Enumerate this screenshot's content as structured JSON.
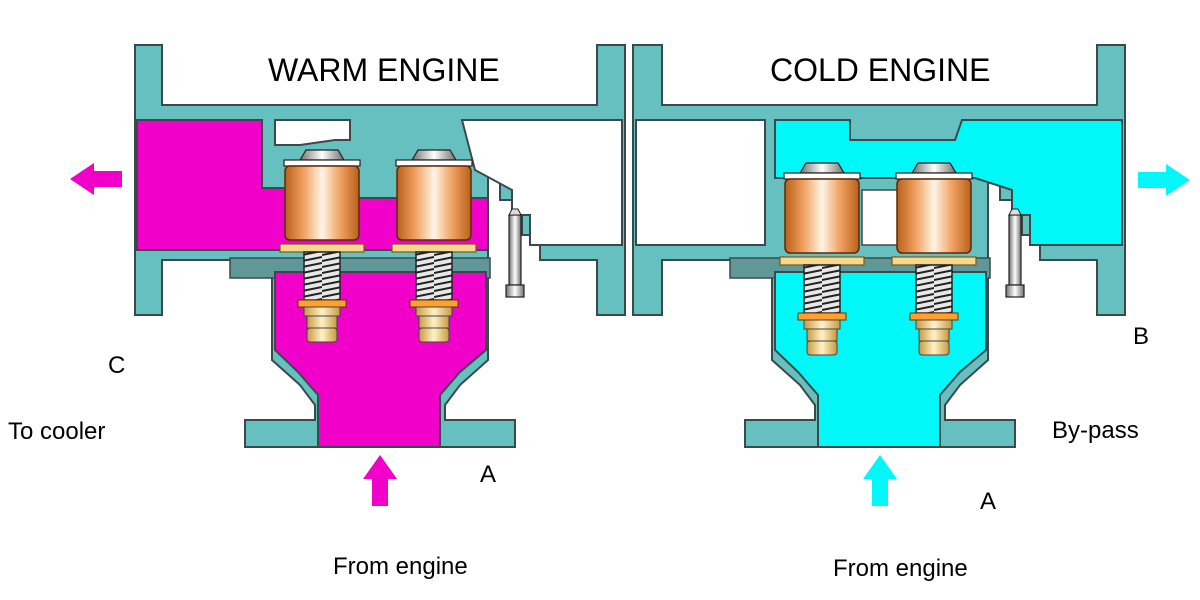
{
  "warm_panel": {
    "title": "WARM ENGINE",
    "fluid_color": "#f000c8"
  },
  "cold_panel": {
    "title": "COLD ENGINE",
    "fluid_color": "#00f8f8"
  },
  "housing_color": "#66c0c0",
  "housing_outline": "#3a4a4a",
  "labels": {
    "port_c": "C",
    "to_cooler": "To cooler",
    "port_a_warm": "A",
    "from_engine_warm": "From engine",
    "port_b": "B",
    "bypass": "By-pass",
    "port_a_cold": "A",
    "from_engine_cold": "From engine"
  }
}
